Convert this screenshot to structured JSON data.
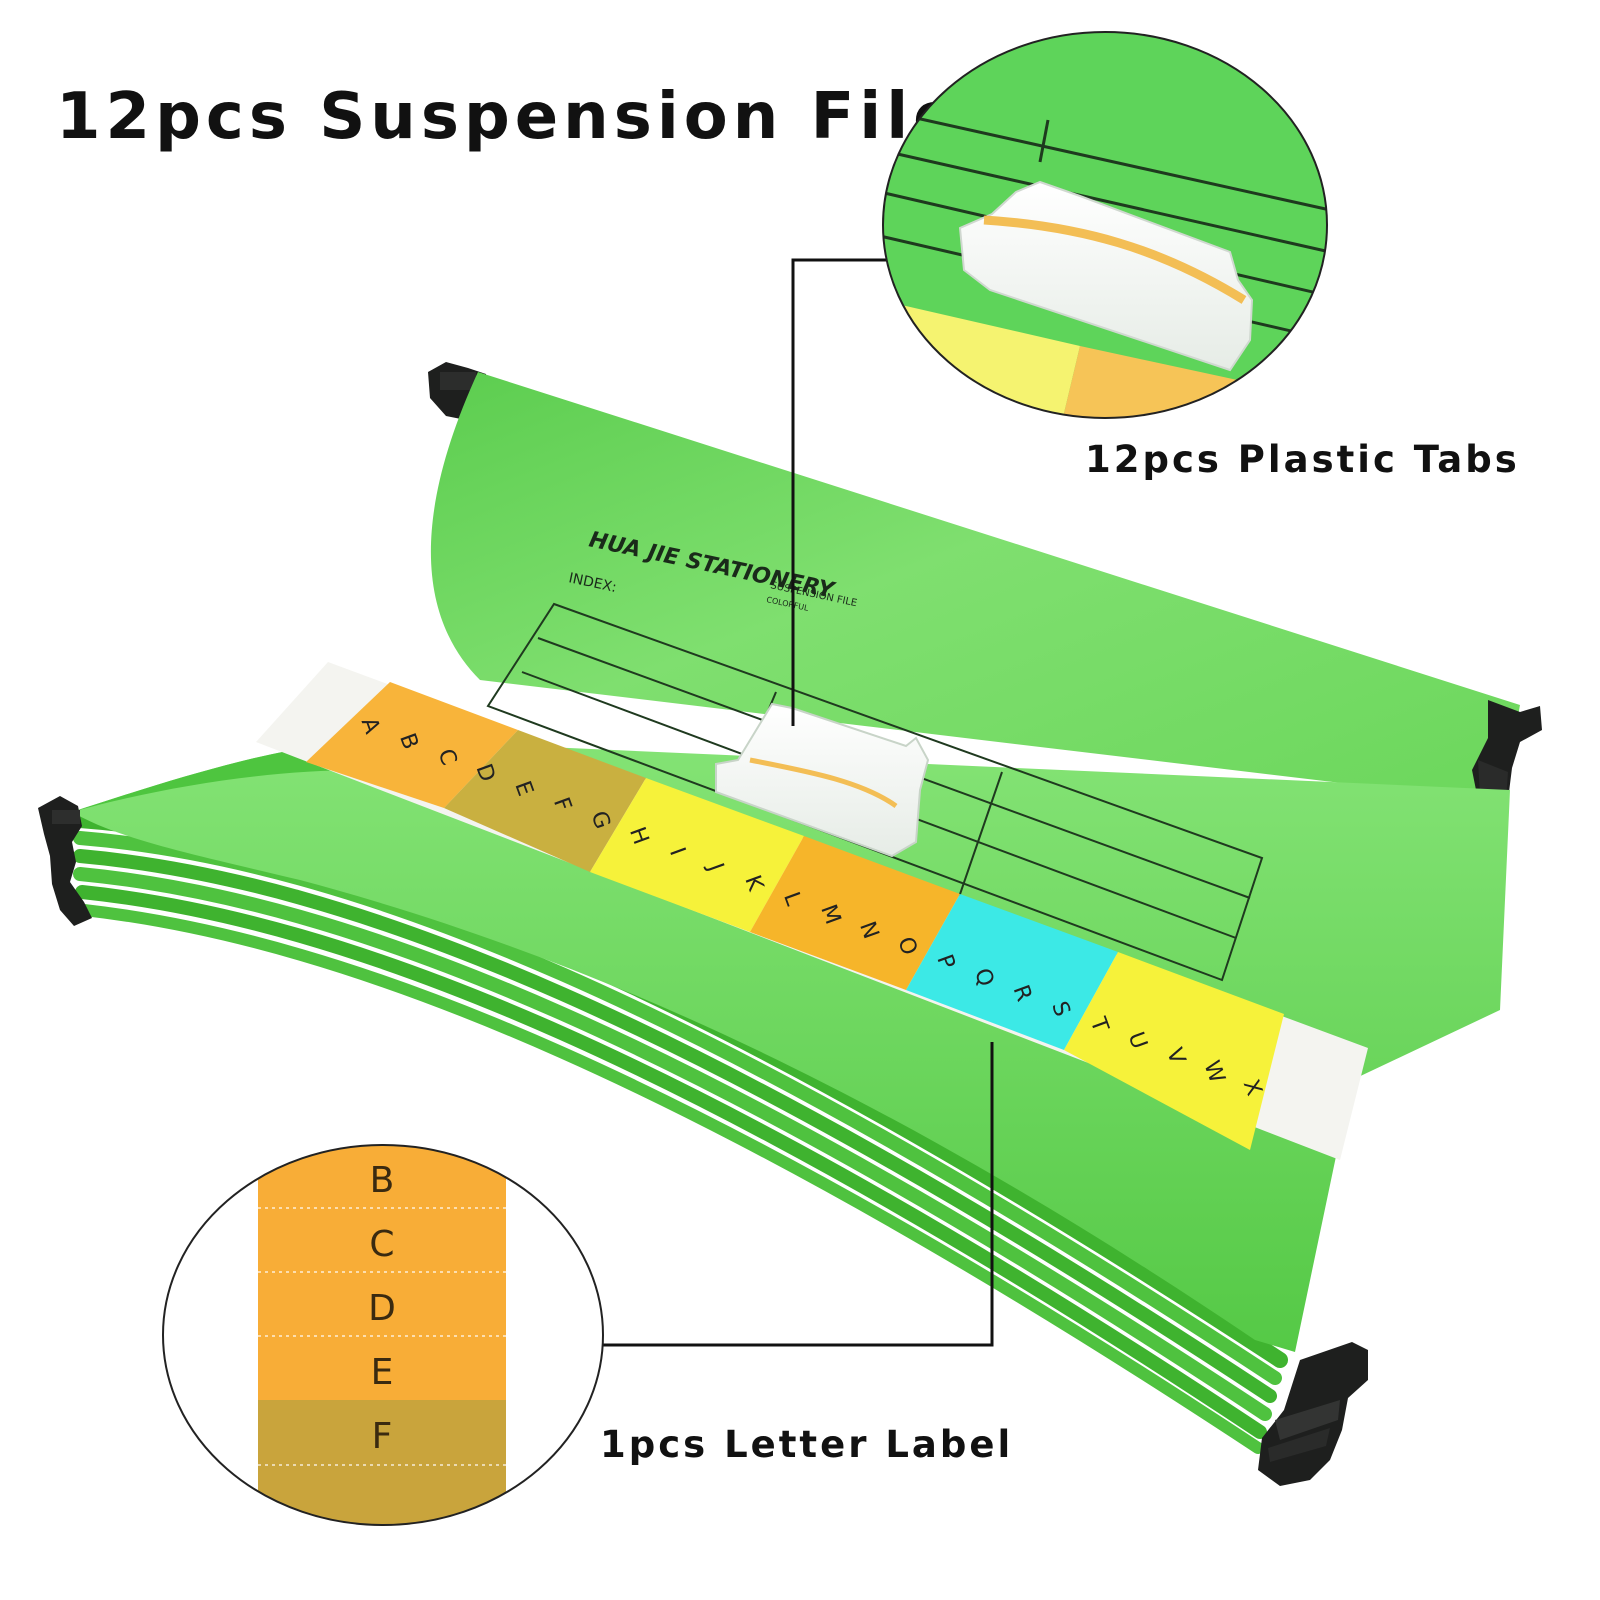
{
  "title": "12pcs Suspension Files",
  "captions": {
    "plastic_tabs": "12pcs Plastic Tabs",
    "letter_label": "1pcs Letter Label"
  },
  "folder": {
    "brand": "HUA JIE STATIONERY",
    "subtitle": "SUSPENSION FILE",
    "subtitle2": "COLORFUL",
    "index_label": "INDEX:"
  },
  "letter_strip": {
    "letters": [
      "A",
      "B",
      "C",
      "D",
      "E",
      "F",
      "G",
      "H",
      "I",
      "J",
      "K",
      "L",
      "M",
      "N",
      "O",
      "P",
      "Q",
      "R",
      "S",
      "T",
      "U",
      "V",
      "W",
      "X"
    ]
  },
  "zoom_label": {
    "letters": [
      "B",
      "C",
      "D",
      "E",
      "F"
    ]
  },
  "colors": {
    "folder_green": "#6fd65f",
    "folder_green_light": "#86e578",
    "orange": "#f8b43a",
    "olive": "#c9b040",
    "yellow": "#f6f23a",
    "amber": "#f6b52a",
    "cyan": "#3ce9e6",
    "hanger_dark": "#1e1f1e"
  }
}
